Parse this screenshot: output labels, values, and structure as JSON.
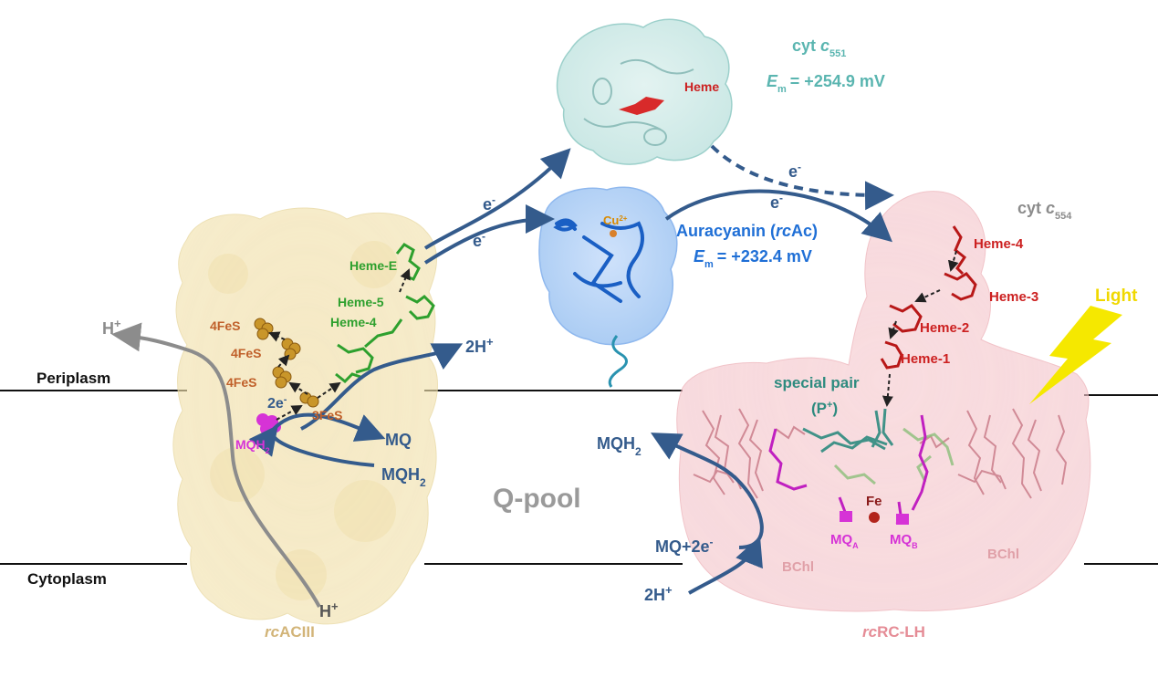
{
  "membrane": {
    "periplasm": "Periplasm",
    "cytoplasm": "Cytoplasm",
    "qpool": "Q-pool"
  },
  "complexes": {
    "acIII": {
      "italic": "rc",
      "rest": "ACIII"
    },
    "rclh": {
      "italic": "rc",
      "rest": "RC-LH"
    }
  },
  "acIII_cofactors": {
    "fes1": "4FeS",
    "fes2": "4FeS",
    "fes3": "4FeS",
    "fes4": "3FeS",
    "hemeE": "Heme-E",
    "heme5": "Heme-5",
    "heme4": "Heme-4",
    "twoE": "2e",
    "twoE_sup": "-",
    "mqh2": {
      "base": "MQH",
      "sub": "2"
    }
  },
  "quinones": {
    "mq_out": "MQ",
    "mqh2_in": {
      "base": "MQH",
      "sub": "2"
    },
    "mqh2_out": {
      "base": "MQH",
      "sub": "2"
    },
    "mq_2e": {
      "base": "MQ+2e",
      "sup": "-"
    }
  },
  "protons": {
    "h_left": {
      "base": "H",
      "sup": "+"
    },
    "h_bottom": {
      "base": "H",
      "sup": "+"
    },
    "twoH_top": {
      "base": "2H",
      "sup": "+"
    },
    "twoH_bottom": {
      "base": "2H",
      "sup": "+"
    }
  },
  "electrons": [
    {
      "base": "e",
      "sup": "-"
    },
    {
      "base": "e",
      "sup": "-"
    },
    {
      "base": "e",
      "sup": "-"
    },
    {
      "base": "e",
      "sup": "-"
    }
  ],
  "cyt551": {
    "prefix": "cyt ",
    "italic": "c",
    "sub": "551",
    "heme": "Heme",
    "em_italic": "E",
    "em_sub": "m",
    "em_value": "= +254.9 mV"
  },
  "auracyanin": {
    "name_prefix": "Auracyanin (",
    "name_italic": "rc",
    "name_suffix": "Ac)",
    "em_italic": "E",
    "em_sub": "m",
    "em_value": "= +232.4 mV",
    "cu": "Cu",
    "cu_sup": "2+"
  },
  "cyt554": {
    "prefix": "cyt ",
    "italic": "c",
    "sub": "554",
    "heme4": "Heme-4",
    "heme3": "Heme-3",
    "heme2": "Heme-2",
    "heme1": "Heme-1"
  },
  "rc": {
    "special_pair": "special pair",
    "p_plus": "(P",
    "p_sup": "+",
    "p_close": ")",
    "fe": "Fe",
    "mqa": {
      "base": "MQ",
      "sub": "A"
    },
    "mqb": {
      "base": "MQ",
      "sub": "B"
    },
    "bchl_left": "BChl",
    "bchl_right": "BChl"
  },
  "light": "Light",
  "colors": {
    "arrow_blue": "#345b8c",
    "green": "#2ea02e",
    "orange_fes": "#c0602a",
    "magenta": "#d633d6",
    "red": "#cc2020",
    "teal_cyt551": "#5ab5b0",
    "blue_aura": "#1f6fd6",
    "gray": "#8c8c8c",
    "gold": "#d2b478",
    "pink": "#e58c96",
    "special_pair": "#2e8b7f",
    "light_yellow": "#f5e800"
  }
}
